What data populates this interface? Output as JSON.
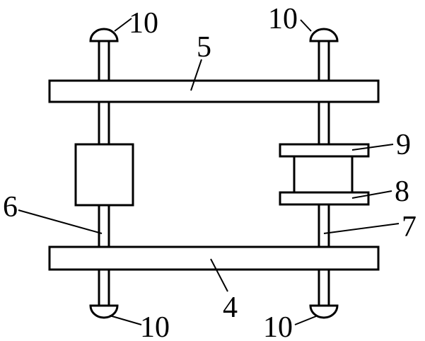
{
  "figure": {
    "labels": {
      "cap_top_left": "10",
      "cap_top_right": "10",
      "cap_bottom_left": "10",
      "cap_bottom_right": "10",
      "top_plate": "5",
      "bottom_plate": "4",
      "left_rod": "6",
      "right_rod": "7",
      "upper_flange": "9",
      "lower_flange": "8"
    }
  }
}
